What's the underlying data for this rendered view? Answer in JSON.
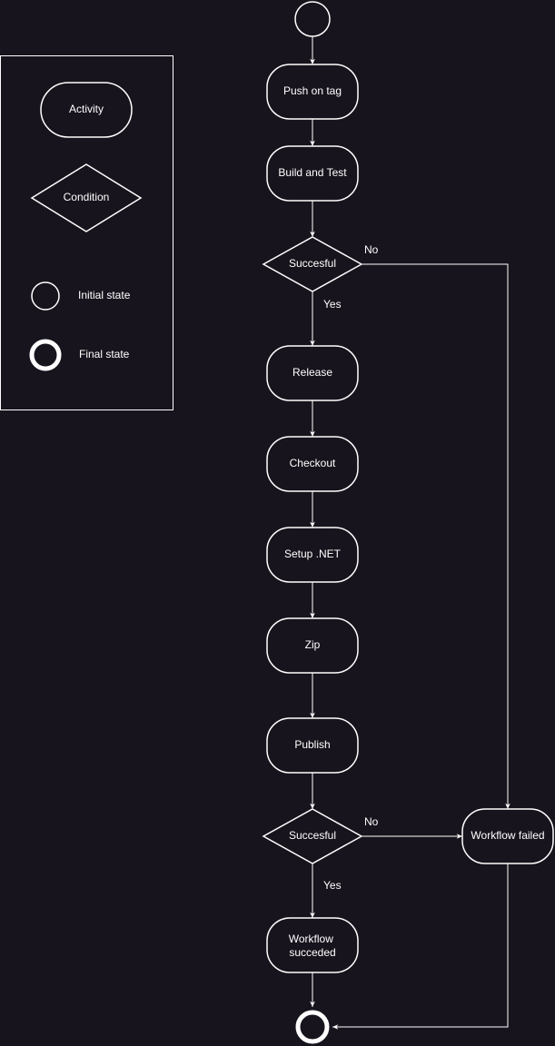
{
  "legend": {
    "activity": "Activity",
    "condition": "Condition",
    "initial_state": "Initial state",
    "final_state": "Final state"
  },
  "nodes": {
    "push_on_tag": "Push on tag",
    "build_and_test": "Build and Test",
    "succesful_1": "Succesful",
    "release": "Release",
    "checkout": "Checkout",
    "setup_net": "Setup .NET",
    "zip": "Zip",
    "publish": "Publish",
    "succesful_2": "Succesful",
    "workflow_succeded_line1": "Workflow",
    "workflow_succeded_line2": "succeded",
    "workflow_failed": "Workflow failed"
  },
  "edge_labels": {
    "no_1": "No",
    "yes_1": "Yes",
    "no_2": "No",
    "yes_2": "Yes"
  },
  "colors": {
    "background": "#18141d",
    "stroke": "#ffffff",
    "text": "#ffffff"
  }
}
